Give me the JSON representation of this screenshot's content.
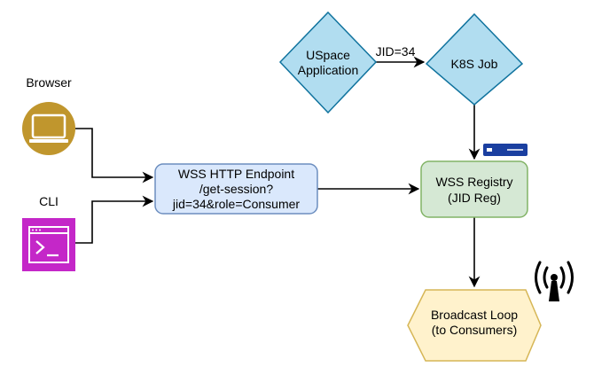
{
  "nodes": {
    "browser": {
      "label": "Browser",
      "icon": "monitor-icon",
      "color": "#c0962d"
    },
    "cli": {
      "label": "CLI",
      "icon": "terminal-icon",
      "color": "#c427c8"
    },
    "endpoint": {
      "lines": [
        "WSS HTTP Endpoint",
        "/get-session?",
        "jid=34&role=Consumer"
      ],
      "fill": "#dae8fc",
      "stroke": "#6c8ebf"
    },
    "uspace": {
      "lines": [
        "USpace",
        "Application"
      ],
      "fill": "#b1ddf0",
      "stroke": "#10739e"
    },
    "k8s": {
      "label": "K8S Job",
      "fill": "#b1ddf0",
      "stroke": "#10739e"
    },
    "registry": {
      "lines": [
        "WSS Registry",
        "(JID Reg)"
      ],
      "fill": "#d5e8d4",
      "stroke": "#82b366",
      "icon": "server-icon"
    },
    "broadcast": {
      "lines": [
        "Broadcast Loop",
        "(to Consumers)"
      ],
      "fill": "#fff2cc",
      "stroke": "#d6b656",
      "icon": "antenna-icon"
    }
  },
  "edges": {
    "uspace_to_k8s": {
      "label": "JID=34"
    }
  }
}
